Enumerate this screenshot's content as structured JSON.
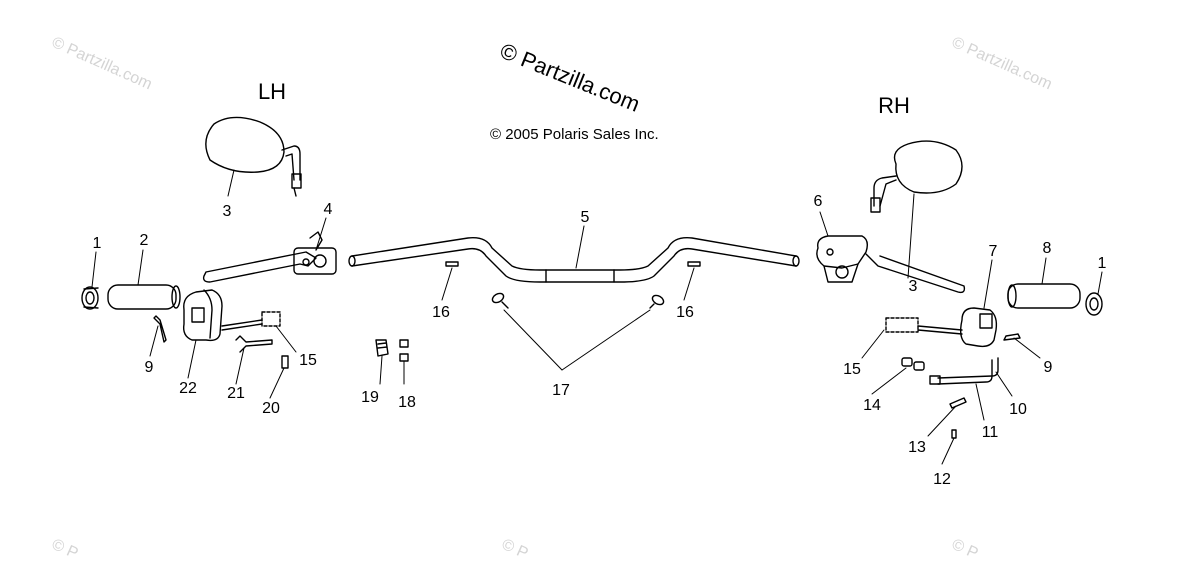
{
  "header": {
    "watermark_main": "© Partzilla.com",
    "copyright": "© 2005 Polaris Sales Inc.",
    "faint_watermark": "© Partzilla.com",
    "faint_watermark_cut": "© P"
  },
  "sides": {
    "left": "LH",
    "right": "RH"
  },
  "callouts": {
    "c1": "1",
    "c2": "2",
    "c3": "3",
    "c4": "4",
    "c5": "5",
    "c6": "6",
    "c7": "7",
    "c8": "8",
    "c9": "9",
    "c10": "10",
    "c11": "11",
    "c12": "12",
    "c13": "13",
    "c14": "14",
    "c15": "15",
    "c16": "16",
    "c17": "17",
    "c18": "18",
    "c19": "19",
    "c20": "20",
    "c21": "21",
    "c22": "22"
  }
}
